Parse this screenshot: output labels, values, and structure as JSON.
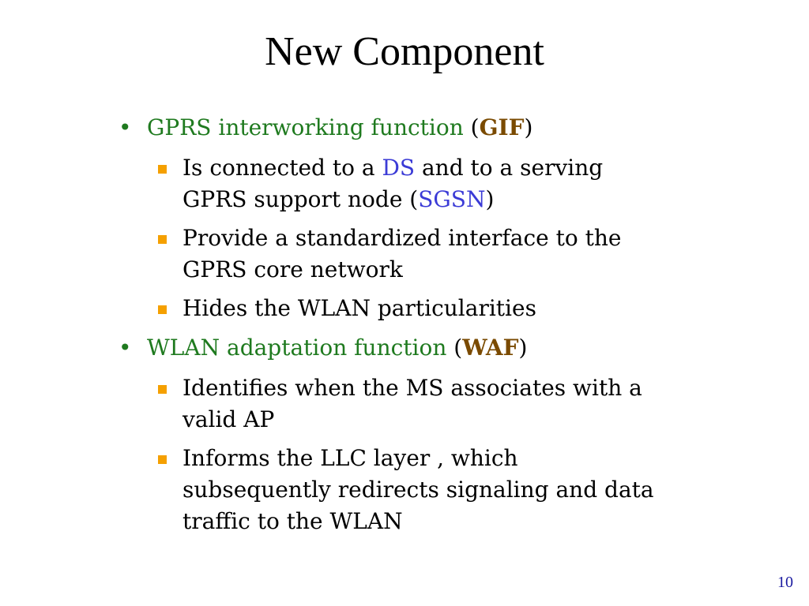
{
  "slide": {
    "title": "New Component",
    "page_number": "10",
    "bullets": [
      {
        "text": "GPRS interworking function",
        "open_paren": " (",
        "abbr": "GIF",
        "close_paren": ")",
        "sub": [
          {
            "parts": [
              "Is connected to a ",
              "DS",
              " and to a serving",
              "GPRS support node (",
              "SGSN",
              ")"
            ]
          },
          {
            "lines": [
              "Provide a standardized interface to the",
              "GPRS core network"
            ]
          },
          {
            "lines": [
              "Hides the WLAN particularities"
            ]
          }
        ]
      },
      {
        "text": "WLAN adaptation function",
        "open_paren": " (",
        "abbr": "WAF",
        "close_paren": ")",
        "sub": [
          {
            "lines": [
              "Identifies when the MS associates with a",
              "valid AP"
            ]
          },
          {
            "lines": [
              "Informs the LLC layer , which",
              "subsequently redirects signaling and data",
              "traffic to the WLAN"
            ]
          }
        ]
      }
    ]
  },
  "colors": {
    "bullet_text": "#1f7a1f",
    "abbreviation": "#7a4a00",
    "highlight": "#3b3bd6",
    "square_bullet": "#f5a000",
    "page_number": "#1a1aa0"
  }
}
